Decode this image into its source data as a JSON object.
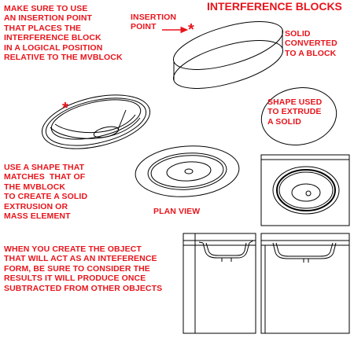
{
  "title": "INTERFERENCE BLOCKS",
  "notes": {
    "insertion_instructions": "MAKE SURE TO USE\nAN INSERTION POINT\nTHAT PLACES THE\nINTERFERENCE BLOCK\nIN A LOGICAL POSITION\nRELATIVE TO THE MVBLOCK",
    "insertion_point": "INSERTION\nPOINT",
    "solid_converted": "SOLID\nCONVERTED\nTO A BLOCK",
    "shape_used": "SHAPE USED\nTO EXTRUDE\nA SOLID",
    "use_shape": "USE A SHAPE THAT\nMATCHES  THAT OF\nTHE MVBLOCK\nTO CREATE A SOLID\nEXTRUSION OR\nMASS ELEMENT",
    "plan_view": "PLAN VIEW",
    "when_create": "WHEN YOU CREATE THE OBJECT\nTHAT WILL ACT AS AN INTEFERENCE\nFORM, BE SURE TO CONSIDER THE\nRESULTS IT WILL PRODUCE ONCE\nSUBTRACTED FROM OTHER OBJECTS"
  },
  "markers": {
    "star": "*"
  },
  "colors": {
    "annotation": "#e8141b",
    "linework": "#000000"
  }
}
